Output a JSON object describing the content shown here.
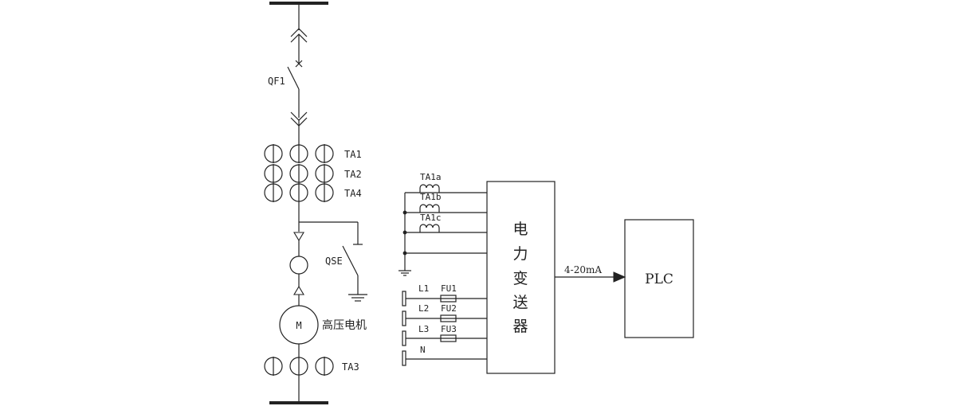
{
  "left_circuit": {
    "breaker_label": "QF1",
    "ct_labels": [
      "TA1",
      "TA2",
      "TA4"
    ],
    "earth_switch_label": "QSE",
    "motor_symbol": "M",
    "motor_label": "高压电机",
    "bottom_ct_label": "TA3"
  },
  "transducer": {
    "ct_labels": [
      "TA1a",
      "TA1b",
      "TA1c"
    ],
    "phase_labels": [
      "L1",
      "L2",
      "L3",
      "N"
    ],
    "fuse_labels": [
      "FU1",
      "FU2",
      "FU3"
    ],
    "box_chars": [
      "电",
      "力",
      "变",
      "送",
      "器"
    ]
  },
  "signal_label": "4-20mA",
  "plc_label": "PLC"
}
